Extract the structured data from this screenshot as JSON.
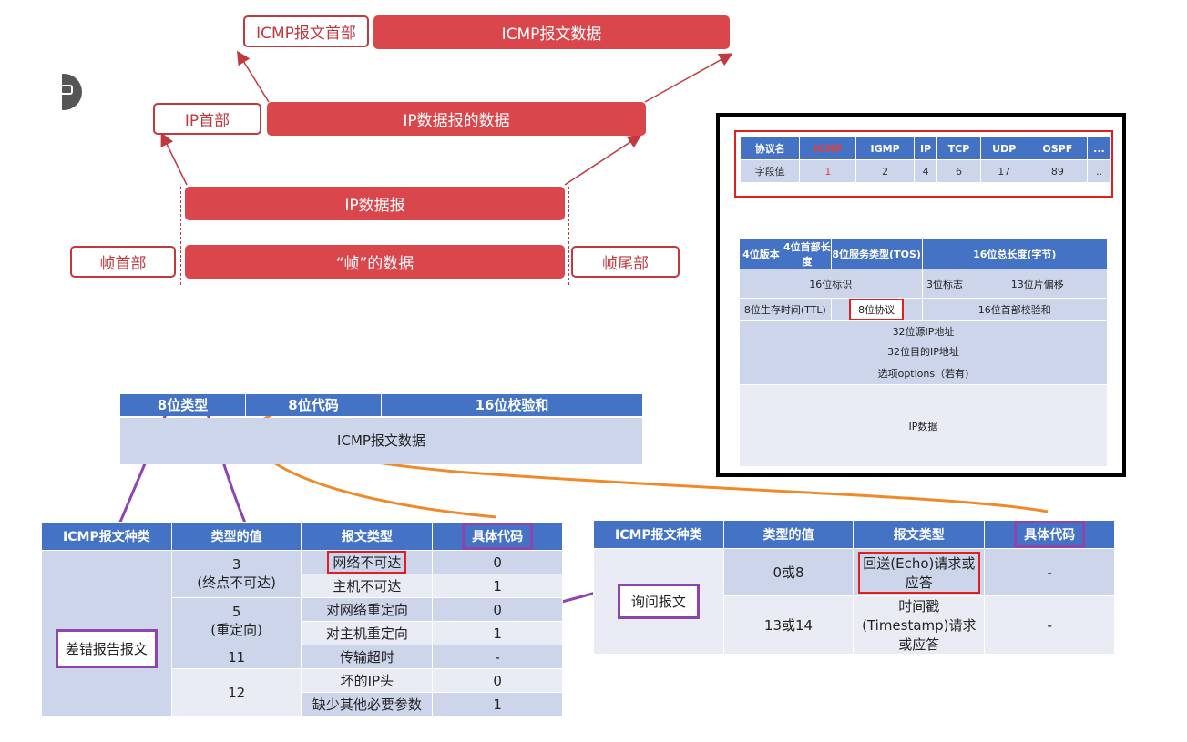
{
  "encap": {
    "icmp_header": "ICMP报文首部",
    "icmp_data": "ICMP报文数据",
    "ip_header": "IP首部",
    "ip_data": "IP数据报的数据",
    "ip_datagram": "IP数据报",
    "frame_header": "帧首部",
    "frame_data": "“帧”的数据",
    "frame_trailer": "帧尾部"
  },
  "icmp_format": {
    "type": "8位类型",
    "code": "8位代码",
    "checksum": "16位校验和",
    "data": "ICMP报文数据"
  },
  "protocol_table": {
    "headers": [
      "协议名",
      "ICMP",
      "IGMP",
      "IP",
      "TCP",
      "UDP",
      "OSPF",
      "..."
    ],
    "values": [
      "字段值",
      "1",
      "2",
      "4",
      "6",
      "17",
      "89",
      ".."
    ]
  },
  "ip_header": {
    "version": "4位版本",
    "ihl": "4位首部长度",
    "tos": "8位服务类型(TOS)",
    "total_length": "16位总长度(字节)",
    "identification": "16位标识",
    "flags": "3位标志",
    "fragment_offset": "13位片偏移",
    "ttl": "8位生存时间(TTL)",
    "protocol": "8位协议",
    "checksum": "16位首部校验和",
    "src": "32位源IP地址",
    "dst": "32位目的IP地址",
    "options": "选项options（若有)",
    "data": "IP数据"
  },
  "error_table": {
    "headers": [
      "ICMP报文种类",
      "类型的值",
      "报文类型",
      "具体代码"
    ],
    "category": "差错报告报文",
    "groups": [
      {
        "type": "3\n(终点不可达)",
        "rows": [
          [
            "网络不可达",
            "0"
          ],
          [
            "主机不可达",
            "1"
          ]
        ]
      },
      {
        "type": "5\n(重定向)",
        "rows": [
          [
            "对网络重定向",
            "0"
          ],
          [
            "对主机重定向",
            "1"
          ]
        ]
      },
      {
        "type": "11",
        "rows": [
          [
            "传输超时",
            "-"
          ]
        ]
      },
      {
        "type": "12",
        "rows": [
          [
            "坏的IP头",
            "0"
          ],
          [
            "缺少其他必要参数",
            "1"
          ]
        ]
      }
    ]
  },
  "query_table": {
    "headers": [
      "ICMP报文种类",
      "类型的值",
      "报文类型",
      "具体代码"
    ],
    "category": "询问报文",
    "rows": [
      [
        "0或8",
        "回送(Echo)请求或应答",
        "-"
      ],
      [
        "13或14",
        "时间戳(Timestamp)请求或应答",
        "-"
      ]
    ]
  },
  "colors": {
    "red": "#d9474c",
    "blue": "#4472c4",
    "light_blue": "#cdd5ea",
    "purple": "#8e44ad",
    "orange": "#f0892a"
  },
  "icons": {
    "screenshot": "camera-icon"
  }
}
